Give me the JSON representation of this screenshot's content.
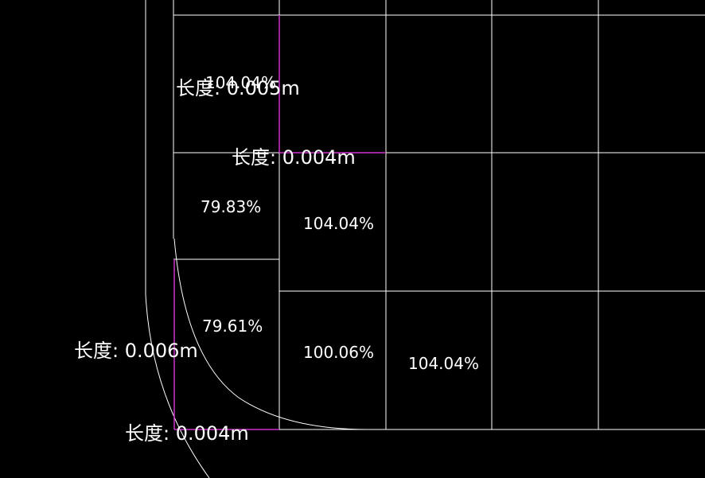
{
  "colors": {
    "background": "#000000",
    "grid_line": "#ffffff",
    "dimension_line": "#cc33cc",
    "text": "#ffffff"
  },
  "labels": {
    "length_top": "长度: 0.005m",
    "length_mid": "长度: 0.004m",
    "length_left": "长度: 0.006m",
    "length_bottom": "长度: 0.004m",
    "pct_overlap": "104.04%",
    "pct_cell_a": "79.83%",
    "pct_cell_b": "104.04%",
    "pct_cell_c": "79.61%",
    "pct_cell_d": "100.06%",
    "pct_cell_e": "104.04%"
  }
}
